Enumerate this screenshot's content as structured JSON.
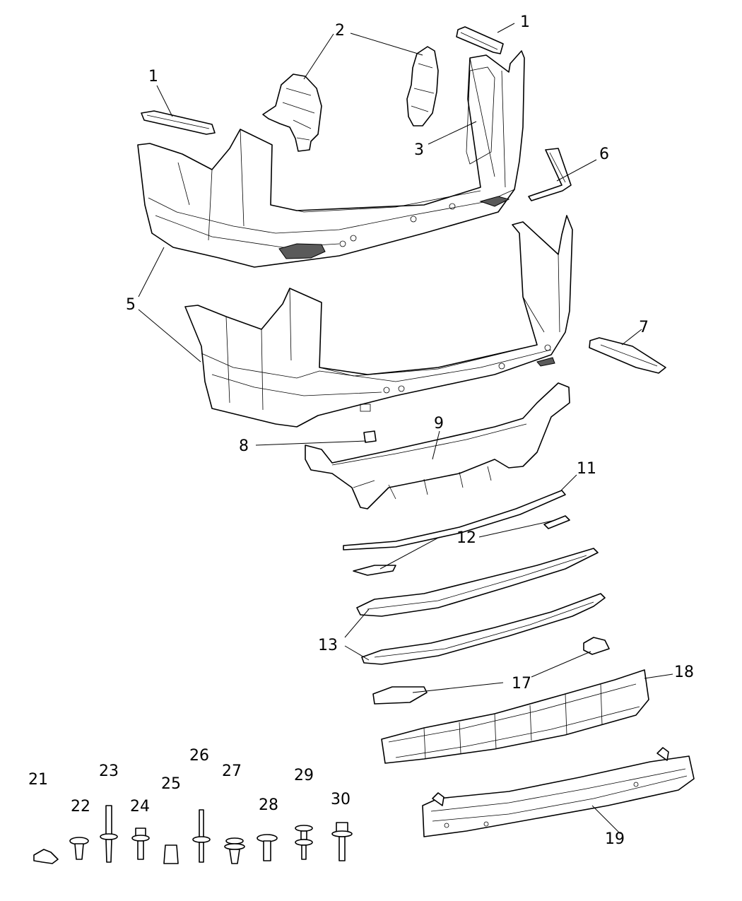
{
  "callouts": [
    {
      "id": "c1a",
      "text": "1"
    },
    {
      "id": "c1b",
      "text": "1"
    },
    {
      "id": "c2",
      "text": "2"
    },
    {
      "id": "c3",
      "text": "3"
    },
    {
      "id": "c5",
      "text": "5"
    },
    {
      "id": "c6",
      "text": "6"
    },
    {
      "id": "c7",
      "text": "7"
    },
    {
      "id": "c8",
      "text": "8"
    },
    {
      "id": "c9",
      "text": "9"
    },
    {
      "id": "c11",
      "text": "11"
    },
    {
      "id": "c12",
      "text": "12"
    },
    {
      "id": "c13",
      "text": "13"
    },
    {
      "id": "c17",
      "text": "17"
    },
    {
      "id": "c18",
      "text": "18"
    },
    {
      "id": "c19",
      "text": "19"
    },
    {
      "id": "c21",
      "text": "21"
    },
    {
      "id": "c22",
      "text": "22"
    },
    {
      "id": "c23",
      "text": "23"
    },
    {
      "id": "c24",
      "text": "24"
    },
    {
      "id": "c25",
      "text": "25"
    },
    {
      "id": "c26",
      "text": "26"
    },
    {
      "id": "c27",
      "text": "27"
    },
    {
      "id": "c28",
      "text": "28"
    },
    {
      "id": "c29",
      "text": "29"
    },
    {
      "id": "c30",
      "text": "30"
    }
  ]
}
